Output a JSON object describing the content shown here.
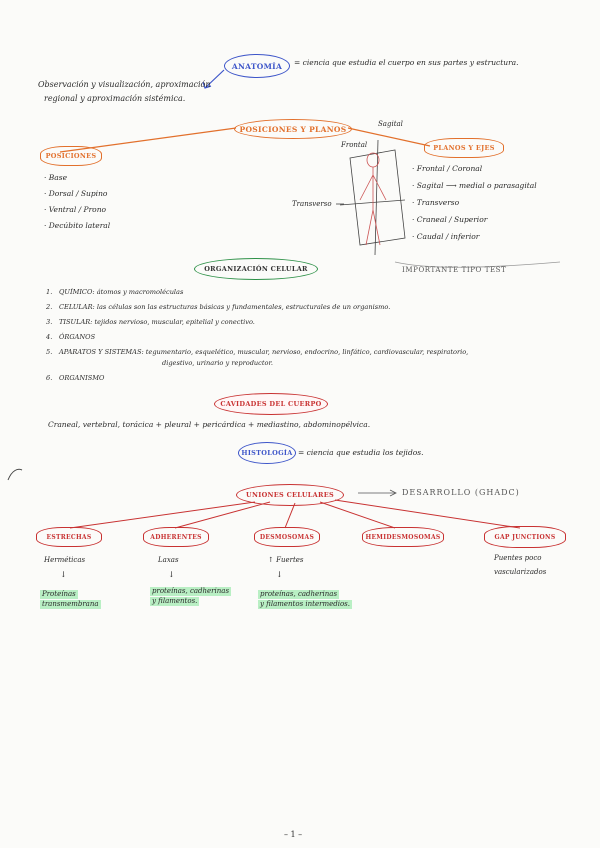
{
  "anatomia": {
    "title": "ANATOMÍA",
    "definition": "= ciencia que estudia el cuerpo en sus partes y estructura.",
    "observation_line1": "Observación y visualización, aproximación",
    "observation_line2": "regional y aproximación sistémica."
  },
  "posiciones_planos": {
    "title": "POSICIONES Y PLANOS",
    "posiciones": {
      "title": "POSICIONES",
      "items": [
        "Base",
        "Dorsal / Supino",
        "Ventral / Prono",
        "Decúbito lateral"
      ]
    },
    "figure": {
      "sagital": "Sagital",
      "frontal": "Frontal",
      "transverso": "Transverso"
    },
    "planos": {
      "title": "PLANOS Y EJES",
      "items": [
        "Frontal / Coronal",
        "Sagital ⟶ medial o parasagital",
        "Transverso",
        "Craneal / Superior",
        "Caudal / inferior"
      ]
    },
    "note": "IMPORTANTE TIPO TEST"
  },
  "organizacion": {
    "title": "ORGANIZACIÓN CELULAR",
    "items": [
      {
        "n": "1.",
        "text": "QUÍMICO: átomos y macromoléculas"
      },
      {
        "n": "2.",
        "text": "CELULAR: las células son las estructuras básicas y fundamentales, estructurales de un organismo."
      },
      {
        "n": "3.",
        "text": "TISULAR: tejidos nervioso, muscular, epitelial y conectivo."
      },
      {
        "n": "4.",
        "text": "ÓRGANOS"
      },
      {
        "n": "5.",
        "text": "APARATOS Y SISTEMAS: tegumentario, esquelético, muscular, nervioso, endocrino, linfático, cardiovascular, respiratorio,"
      },
      {
        "n": "",
        "text": "digestivo, urinario y reproductor."
      },
      {
        "n": "6.",
        "text": "ORGANISMO"
      }
    ]
  },
  "cavidades": {
    "title": "CAVIDADES DEL CUERPO",
    "text": "Craneal, vertebral, torácica + pleural + pericárdica + mediastino, abdominopélvica."
  },
  "histologia": {
    "title": "HISTOLOGÍA",
    "definition": "= ciencia que estudia los tejidos."
  },
  "uniones": {
    "title": "UNIONES CELULARES",
    "desarrollo": "DESARROLLO (GHADC)",
    "types": [
      {
        "name": "ESTRECHAS",
        "desc": "Herméticas",
        "arrow": "↓",
        "highlight": [
          "Proteínas",
          "transmembrana"
        ]
      },
      {
        "name": "ADHERENTES",
        "desc": "Laxas",
        "arrow": "↓",
        "highlight": [
          "proteínas, cadherinas",
          "y filamentos."
        ]
      },
      {
        "name": "DESMOSOMAS",
        "desc": "↑ Fuertes",
        "arrow": "↓",
        "highlight": [
          "proteínas, cadherinas",
          "y filamentos intermedios."
        ]
      },
      {
        "name": "HEMIDESMOSOMAS",
        "desc": "",
        "arrow": "",
        "highlight": []
      },
      {
        "name": "GAP JUNCTIONS",
        "desc": "Puentes poco",
        "desc2": "vascularizados",
        "arrow": "",
        "highlight": []
      }
    ]
  },
  "page_number": "– 1 –",
  "colors": {
    "blue": "#3d55c9",
    "orange": "#e2702c",
    "green": "#2e9148",
    "red": "#c83232",
    "highlight": "#b9efc4"
  }
}
